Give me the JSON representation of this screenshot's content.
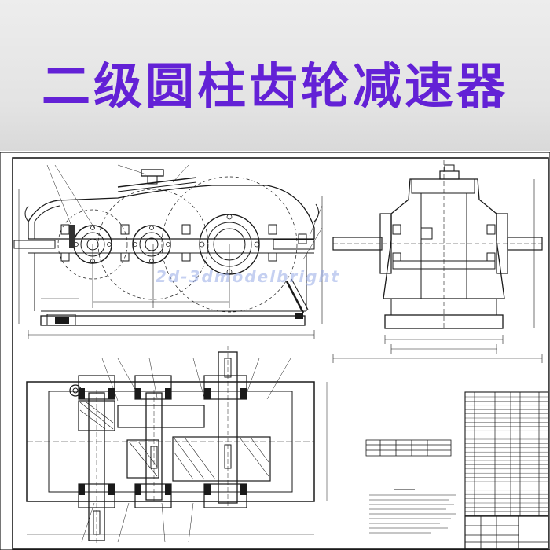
{
  "banner": {
    "title": "二级圆柱齿轮减速器",
    "title_color": "#6321d6",
    "background": "#e8e8e8"
  },
  "watermark": {
    "text": "2d-3dmodelbright"
  },
  "drawing": {
    "stroke_color": "#1a1a1a",
    "views": [
      "front-elevation",
      "side-elevation",
      "plan-section"
    ]
  }
}
